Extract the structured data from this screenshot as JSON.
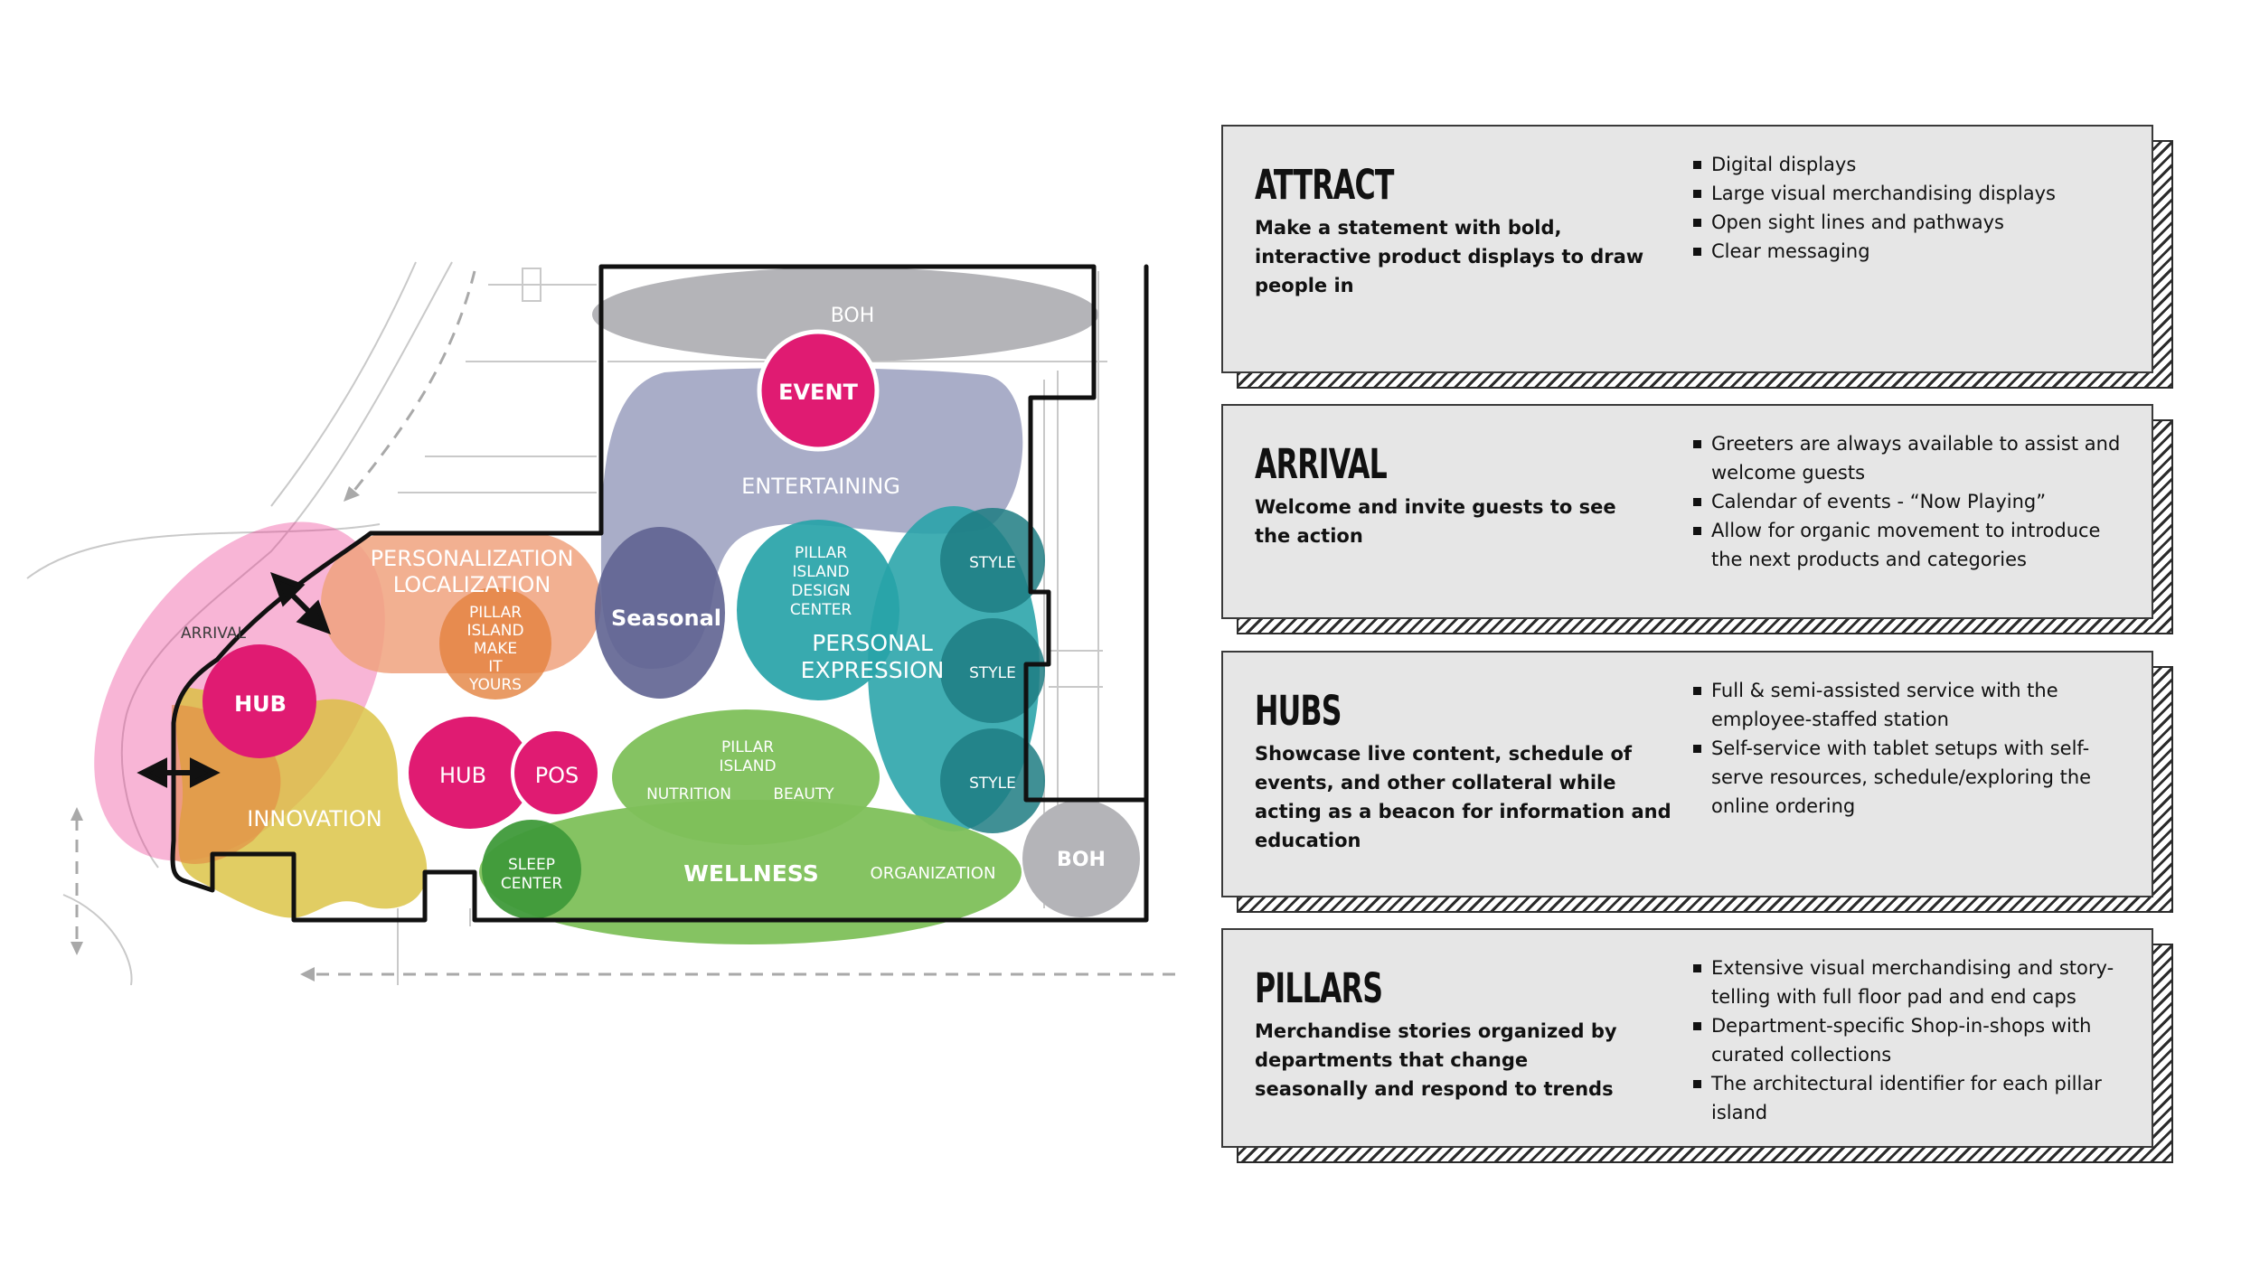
{
  "plan": {
    "zones": {
      "boh_top": "BOH",
      "event": "EVENT",
      "entertaining": "ENTERTAINING",
      "personalization_l1": "PERSONALIZATION",
      "personalization_l2": "LOCALIZATION",
      "pillar_make_l1": "PILLAR",
      "pillar_make_l2": "ISLAND",
      "pillar_make_l3": "MAKE",
      "pillar_make_l4": "IT",
      "pillar_make_l5": "YOURS",
      "seasonal": "Seasonal",
      "pillar_design_l1": "PILLAR",
      "pillar_design_l2": "ISLAND",
      "pillar_design_l3": "DESIGN",
      "pillar_design_l4": "CENTER",
      "personal_expression_l1": "PERSONAL",
      "personal_expression_l2": "EXPRESSION",
      "style_1": "STYLE",
      "style_2": "STYLE",
      "style_3": "STYLE",
      "arrival": "ARRIVAL",
      "hub_left": "HUB",
      "innovation": "INNOVATION",
      "hub_center": "HUB",
      "pos": "POS",
      "pillar_wellness_l1": "PILLAR",
      "pillar_wellness_l2": "ISLAND",
      "nutrition": "NUTRITION",
      "beauty": "BEAUTY",
      "sleep_l1": "SLEEP",
      "sleep_l2": "CENTER",
      "wellness": "WELLNESS",
      "organization": "ORGANIZATION",
      "boh_right": "BOH"
    },
    "colors": {
      "pink": "#ec3d93",
      "magenta": "#e01b72",
      "salmon": "#f0a27e",
      "orange": "#e4823f",
      "yellow": "#d9c13c",
      "gray": "#b4b4b8",
      "lavender": "#a9adc8",
      "navy": "#5f6391",
      "teal": "#27a3a8",
      "dark_teal": "#1e7c83",
      "green": "#7ec05a",
      "dark_green": "#3f9a3a"
    }
  },
  "cards": [
    {
      "title": "ATTRACT",
      "description": "Make a statement with bold, interactive product displays to draw people in",
      "bullets": [
        "Digital displays",
        "Large visual merchandising displays",
        "Open sight lines and pathways",
        "Clear messaging"
      ]
    },
    {
      "title": "ARRIVAL",
      "description": "Welcome and invite guests to see the action",
      "bullets": [
        "Greeters are always available to assist and welcome guests",
        "Calendar of events - “Now Playing”",
        "Allow for organic movement to introduce the next products and categories"
      ]
    },
    {
      "title": "HUBS",
      "description": "Showcase live content, schedule of events, and other collateral while acting as a beacon for information and education",
      "bullets": [
        "Full & semi-assisted service with the employee-staffed station",
        "Self-service with tablet setups with self-serve resources, schedule/exploring the online ordering"
      ]
    },
    {
      "title": "PILLARS",
      "description": "Merchandise stories organized by departments that change seasonally and respond to trends",
      "bullets": [
        "Extensive visual merchandising and story-telling with full floor pad and end caps",
        "Department-specific Shop-in-shops with curated collections",
        "The architectural identifier for each pillar island"
      ]
    }
  ]
}
